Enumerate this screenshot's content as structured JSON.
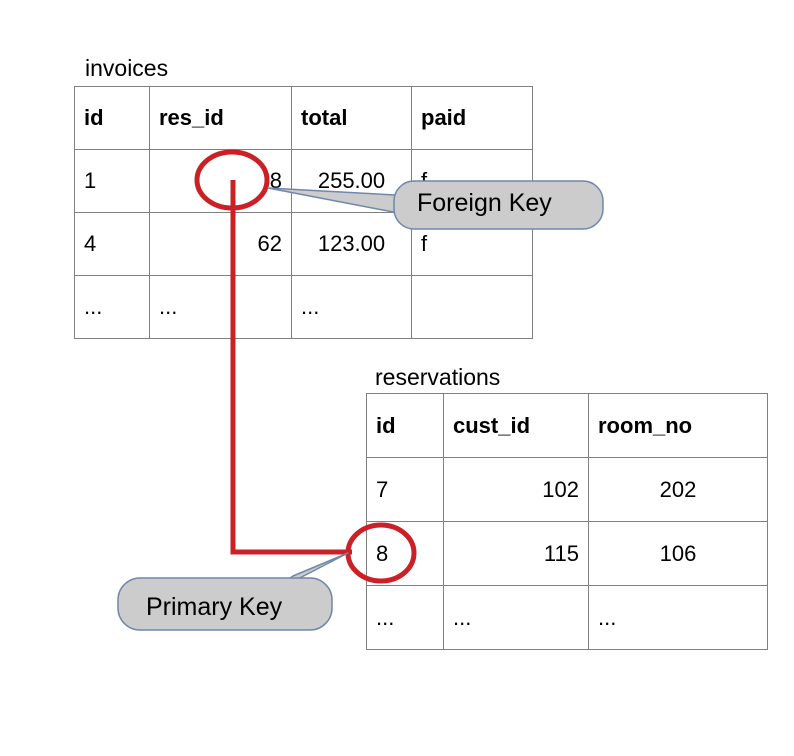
{
  "diagram": {
    "type": "database-relationship",
    "colors": {
      "link": "#cc2027",
      "highlight_circle": "#cc2027",
      "callout_fill": "#cccccc",
      "callout_stroke": "#6f87ab",
      "table_border": "#808080",
      "background": "#ffffff"
    }
  },
  "tables": [
    {
      "name": "invoices",
      "title": "invoices",
      "columns": [
        {
          "key": "id",
          "label": "id",
          "align": "left"
        },
        {
          "key": "res_id",
          "label": "res_id",
          "align": "right"
        },
        {
          "key": "total",
          "label": "total",
          "align": "center"
        },
        {
          "key": "paid",
          "label": "paid",
          "align": "left"
        }
      ],
      "rows": [
        {
          "id": "1",
          "res_id": "8",
          "total": "255.00",
          "paid": "f"
        },
        {
          "id": "4",
          "res_id": "62",
          "total": "123.00",
          "paid": "f"
        },
        {
          "id": "...",
          "res_id": "...",
          "total": "...",
          "paid": ""
        }
      ]
    },
    {
      "name": "reservations",
      "title": "reservations",
      "columns": [
        {
          "key": "id",
          "label": "id",
          "align": "left"
        },
        {
          "key": "cust_id",
          "label": "cust_id",
          "align": "right"
        },
        {
          "key": "room_no",
          "label": "room_no",
          "align": "center"
        }
      ],
      "rows": [
        {
          "id": "7",
          "cust_id": "102",
          "room_no": "202"
        },
        {
          "id": "8",
          "cust_id": "115",
          "room_no": "106"
        },
        {
          "id": "...",
          "cust_id": "...",
          "room_no": "..."
        }
      ]
    }
  ],
  "callouts": [
    {
      "id": "foreign-key",
      "label": "Foreign Key",
      "points_to": {
        "table": "invoices",
        "column": "res_id",
        "row": 0,
        "value": "8"
      }
    },
    {
      "id": "primary-key",
      "label": "Primary Key",
      "points_to": {
        "table": "reservations",
        "column": "id",
        "row": 1,
        "value": "8"
      }
    }
  ],
  "relationship": {
    "from": {
      "table": "invoices",
      "column": "res_id",
      "value": "8"
    },
    "to": {
      "table": "reservations",
      "column": "id",
      "value": "8"
    }
  }
}
